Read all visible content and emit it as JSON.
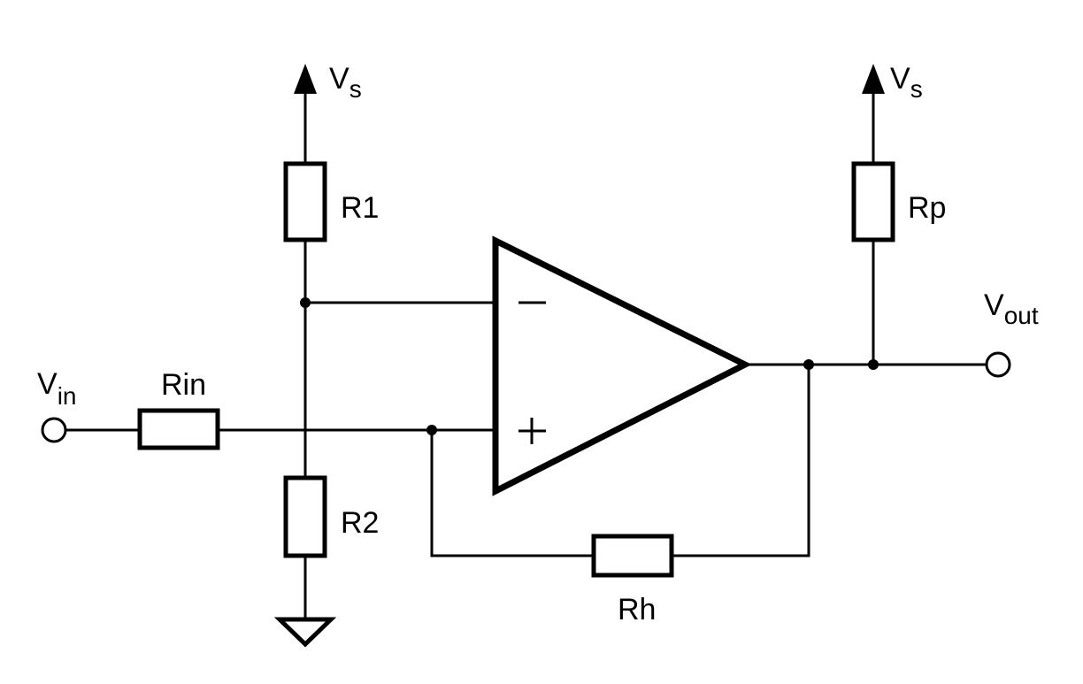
{
  "labels": {
    "vs_left": {
      "main": "V",
      "sub": "s"
    },
    "vs_right": {
      "main": "V",
      "sub": "s"
    },
    "vout": {
      "main": "V",
      "sub": "out"
    },
    "vin": {
      "main": "V",
      "sub": "in"
    },
    "r1": "R1",
    "r2": "R2",
    "rin": "Rin",
    "rp": "Rp",
    "rh": "Rh"
  }
}
